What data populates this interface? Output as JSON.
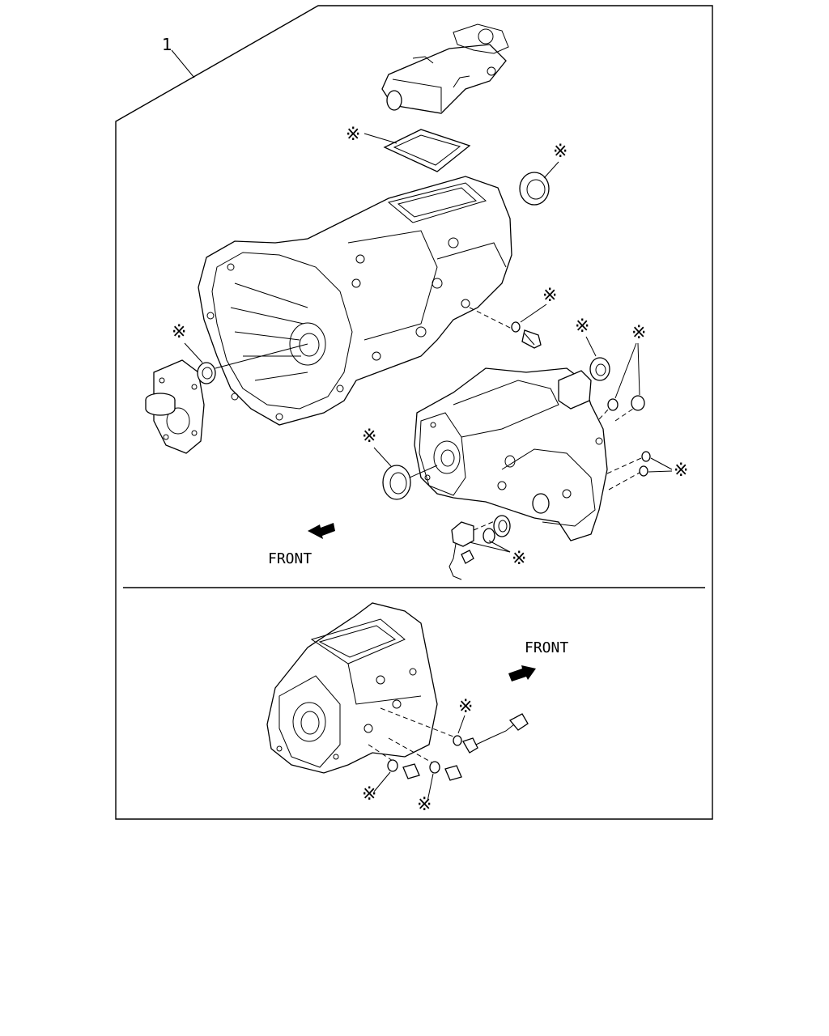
{
  "diagram": {
    "callout_number": "1",
    "front_label_top": "FRONT",
    "front_label_bottom": "FRONT",
    "replacement_mark": "※"
  }
}
